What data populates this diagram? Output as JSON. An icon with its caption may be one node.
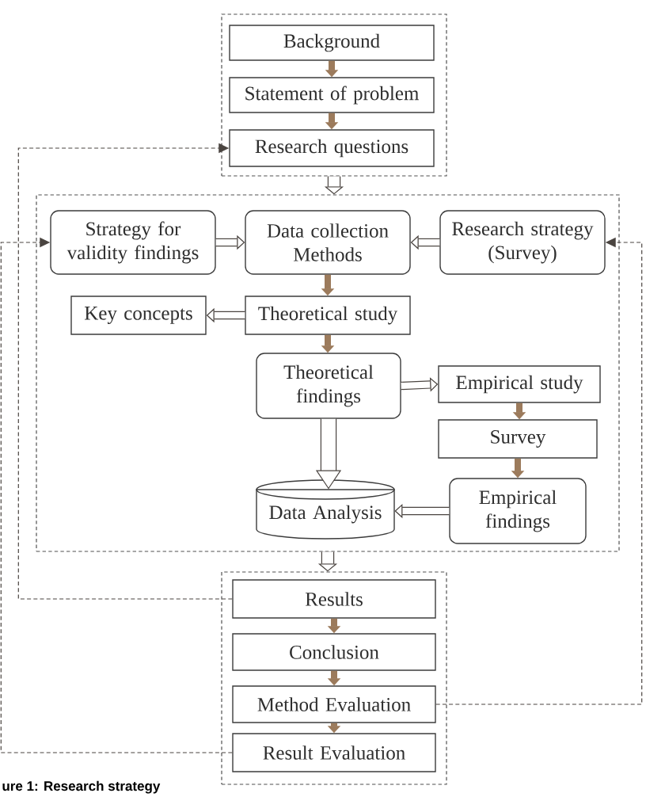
{
  "diagram": {
    "caption": "ure 1: Research strategy",
    "nodes": [
      {
        "text": [],
        "shape": "box"
      },
      {
        "text": [
          "Background"
        ],
        "in": 0
      },
      {
        "text": [
          "Statement of problem"
        ],
        "in": 0
      },
      {
        "text": [
          "Research questions"
        ],
        "in": 0
      },
      {
        "text": [],
        "shape": "box"
      },
      {
        "text": [
          "Strategy for validity findings"
        ],
        "in": 4
      },
      {
        "text": [
          "Data collection Methods"
        ],
        "in": 4
      },
      {
        "text": [
          "Research strategy (Survey)"
        ],
        "in": 4
      },
      {
        "text": [
          "Key concepts"
        ],
        "in": 4
      },
      {
        "text": [
          "Theoretical study"
        ],
        "in": 4
      },
      {
        "text": [
          "Theoretical findings"
        ],
        "in": 4
      },
      {
        "text": [
          "Empirical study"
        ],
        "in": 4
      },
      {
        "text": [
          "Survey"
        ],
        "in": 4
      },
      {
        "text": [
          "Data Analysis"
        ],
        "in": 4
      },
      {
        "text": [
          "Empirical findings"
        ],
        "in": 4
      },
      {
        "text": [],
        "shape": "box"
      },
      {
        "text": [
          "Results"
        ],
        "in": 15
      },
      {
        "text": [
          "Conclusion"
        ],
        "in": 15
      },
      {
        "text": [
          "Method Evaluation"
        ],
        "in": 15
      },
      {
        "text": [
          "Result Evaluation"
        ],
        "in": 15
      }
    ],
    "edges": [
      {
        "from": 1,
        "to": 2,
        "arrow": "to",
        "color": "#9c7b5c"
      },
      {
        "from": 2,
        "to": 3,
        "arrow": "to",
        "color": "#9c7b5c"
      },
      {
        "from": 0,
        "to": 4,
        "arrow": "to",
        "style": "thick"
      },
      {
        "from": 5,
        "to": 6,
        "arrow": "to"
      },
      {
        "from": 7,
        "to": 6,
        "arrow": "to"
      },
      {
        "from": 6,
        "to": 9,
        "arrow": "to",
        "color": "#9c7b5c"
      },
      {
        "from": 9,
        "to": 8,
        "arrow": "to"
      },
      {
        "from": 9,
        "to": 10,
        "arrow": "to",
        "color": "#9c7b5c"
      },
      {
        "from": 10,
        "to": 11,
        "arrow": "to"
      },
      {
        "from": 11,
        "to": 12,
        "arrow": "to",
        "color": "#9c7b5c"
      },
      {
        "from": 12,
        "to": 14,
        "arrow": "to",
        "color": "#9c7b5c"
      },
      {
        "from": 10,
        "to": 13,
        "arrow": "to",
        "style": "thick"
      },
      {
        "from": 14,
        "to": 13,
        "arrow": "to"
      },
      {
        "from": 4,
        "to": 15,
        "arrow": "to",
        "style": "thick"
      },
      {
        "from": 16,
        "to": 17,
        "arrow": "to",
        "color": "#9c7b5c"
      },
      {
        "from": 17,
        "to": 18,
        "arrow": "to",
        "color": "#9c7b5c"
      },
      {
        "from": 18,
        "to": 19,
        "arrow": "to",
        "color": "#9c7b5c"
      },
      {
        "from": 16,
        "to": 3,
        "arrow": "to",
        "style": "dashed"
      },
      {
        "from": 19,
        "to": 5,
        "arrow": "to",
        "style": "dashed"
      },
      {
        "from": 18,
        "to": 7,
        "arrow": "to",
        "style": "dashed"
      }
    ]
  }
}
